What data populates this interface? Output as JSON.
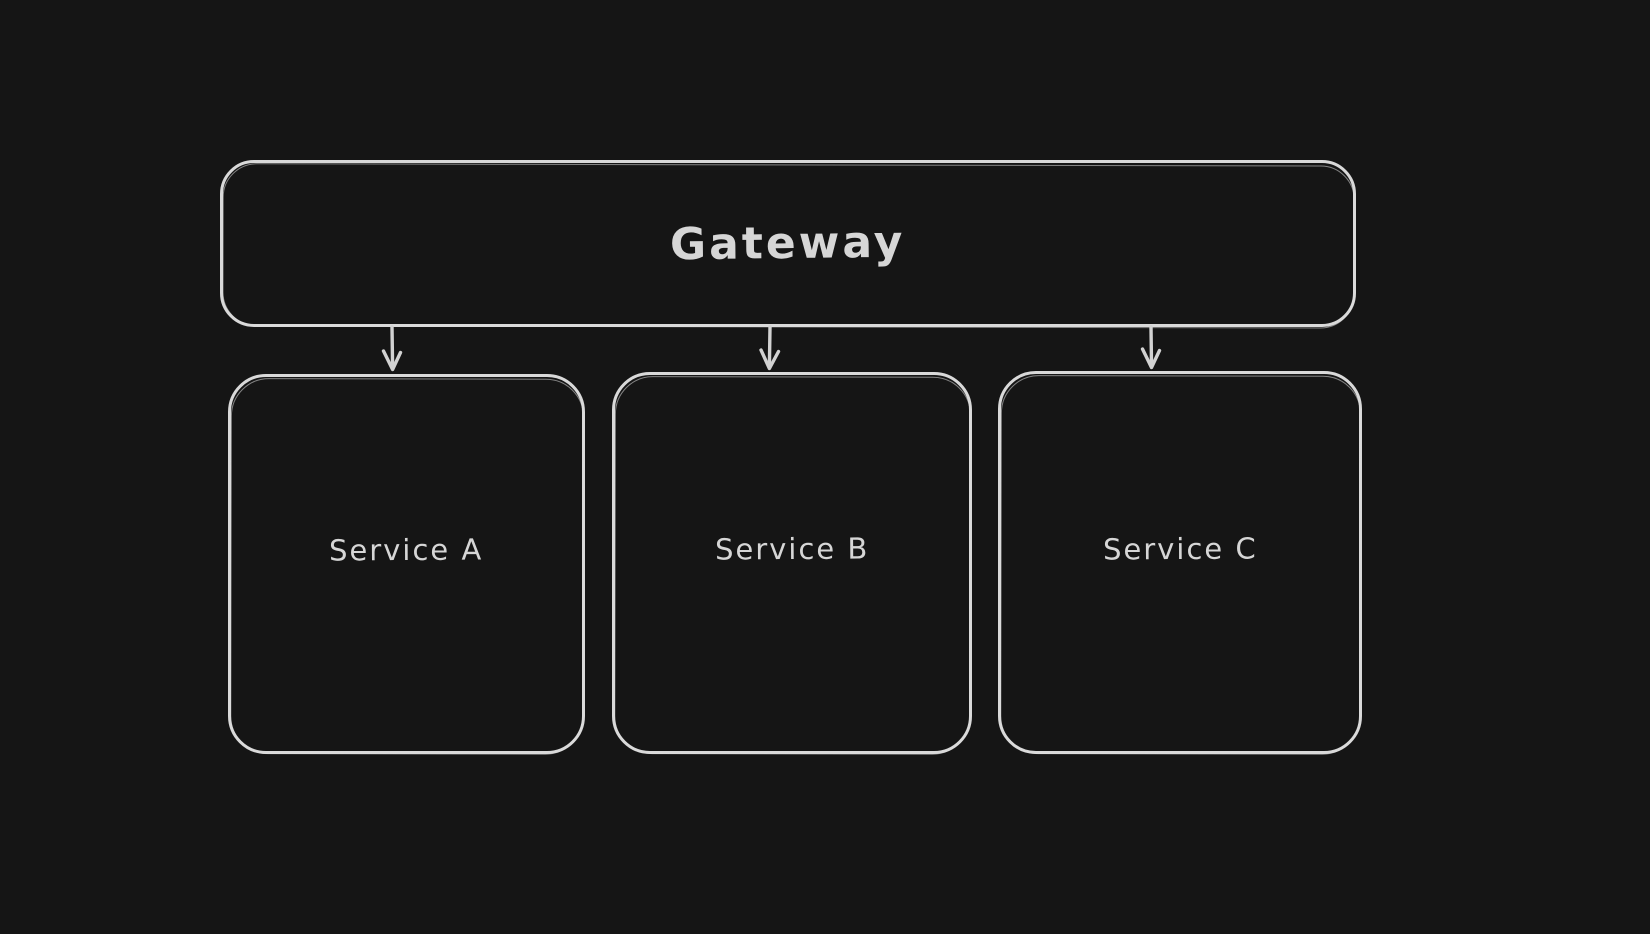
{
  "canvas": {
    "background_color": "#151515",
    "stroke_color": "#d9d9d9",
    "text_color": "#d6d6d6",
    "style": "hand-drawn-whiteboard"
  },
  "diagram": {
    "type": "flowchart",
    "direction": "top-down",
    "nodes": [
      {
        "id": "gateway",
        "label": "Gateway",
        "shape": "rounded-rectangle"
      },
      {
        "id": "service-a",
        "label": "Service A",
        "shape": "rounded-rectangle"
      },
      {
        "id": "service-b",
        "label": "Service B",
        "shape": "rounded-rectangle"
      },
      {
        "id": "service-c",
        "label": "Service C",
        "shape": "rounded-rectangle"
      }
    ],
    "edges": [
      {
        "from": "gateway",
        "to": "service-a",
        "style": "arrow-down"
      },
      {
        "from": "gateway",
        "to": "service-b",
        "style": "arrow-down"
      },
      {
        "from": "gateway",
        "to": "service-c",
        "style": "arrow-down"
      }
    ]
  }
}
